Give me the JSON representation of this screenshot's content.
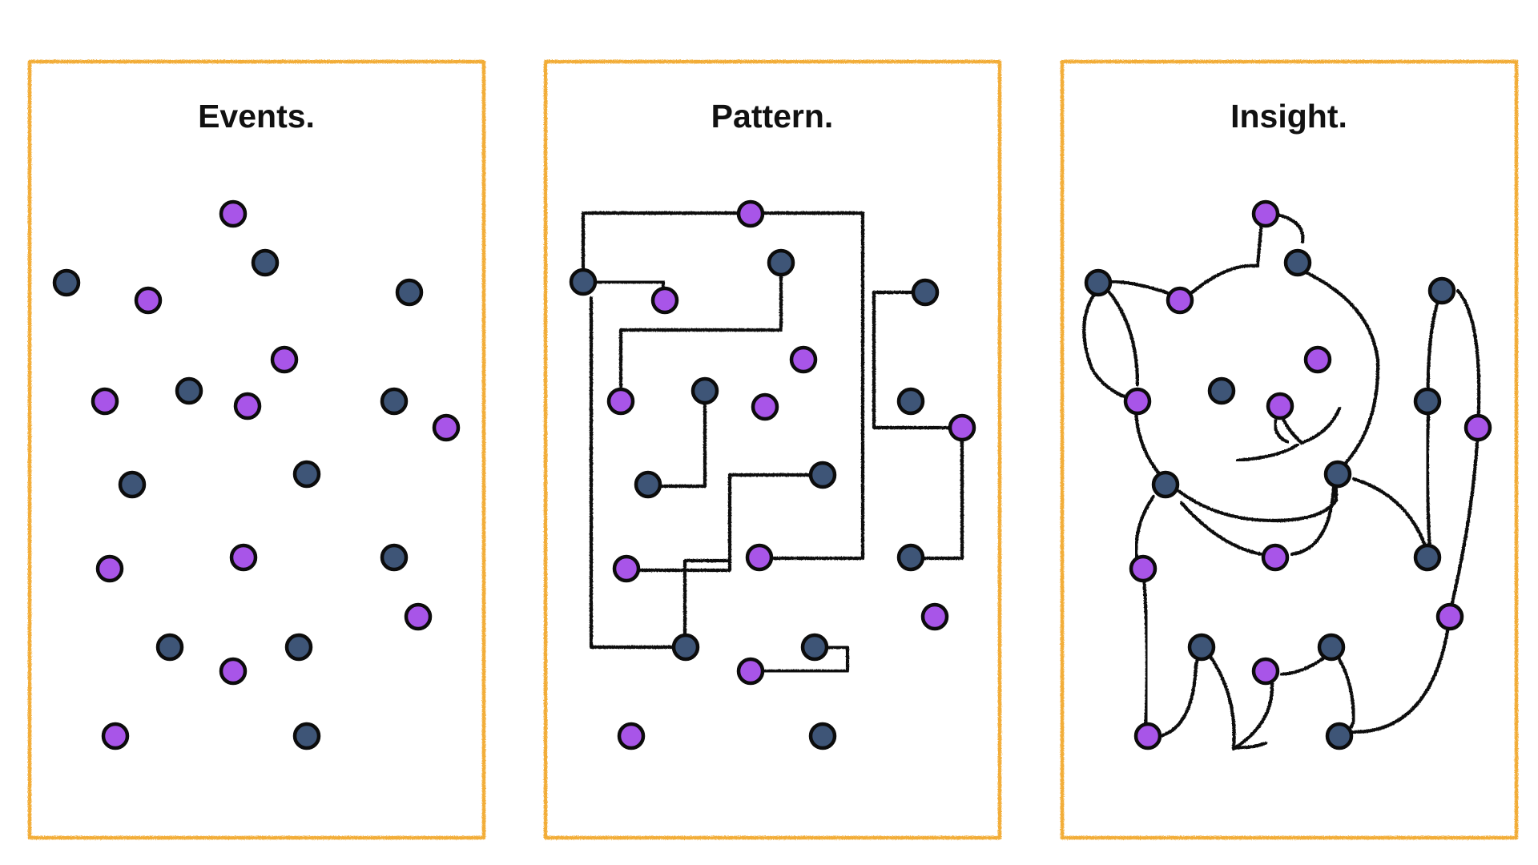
{
  "colors": {
    "frame": "#f2ad38",
    "event_purple": "#a855e8",
    "event_navy": "#3e5577",
    "line": "#111111",
    "title_text": "#111111"
  },
  "panels": [
    {
      "id": "events",
      "title": "Events."
    },
    {
      "id": "pattern",
      "title": "Pattern."
    },
    {
      "id": "insight",
      "title": "Insight."
    }
  ]
}
